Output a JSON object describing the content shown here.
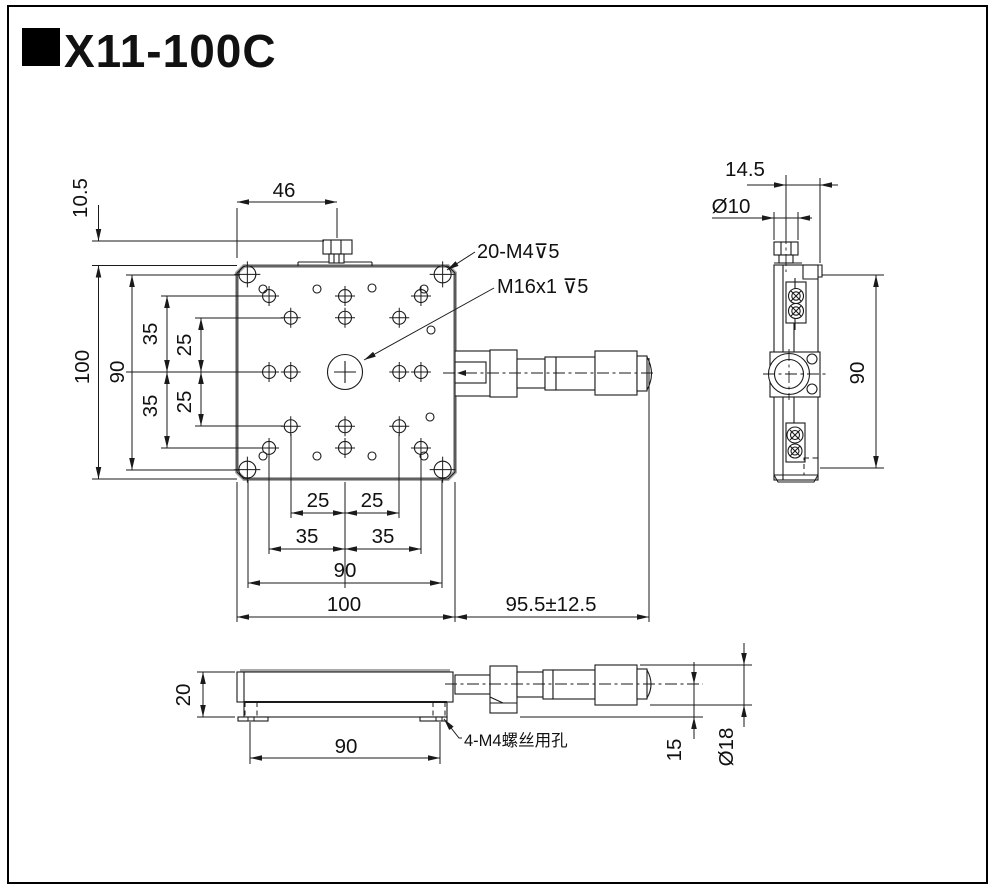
{
  "sheet": {
    "model": "X11-100C"
  },
  "plan_view": {
    "dim_knob_center_offset": "46",
    "dim_knob_height": "10.5",
    "dim_overall_height": "100",
    "dim_mount_span_vertical": "90",
    "dim_row35_upper": "35",
    "dim_row25_upper": "25",
    "dim_row25_lower": "25",
    "dim_row35_lower": "35",
    "dim_col25_left": "25",
    "dim_col25_right": "25",
    "dim_col35_left": "35",
    "dim_col35_right": "35",
    "dim_mount_span_horizontal": "90",
    "dim_overall_width": "100",
    "dim_micrometer_length": "95.5±12.5",
    "note_tapped_holes": "20-M4⊽5",
    "note_center_thread": "M16x1 ⊽5"
  },
  "side_view": {
    "dim_knob_offset": "14.5",
    "dim_knob_diameter": "Ø10",
    "dim_body_height": "90"
  },
  "front_view": {
    "dim_stage_thickness": "20",
    "dim_mount_hole_span": "90",
    "dim_center_height": "15",
    "dim_thimble_diameter": "Ø18",
    "note_mount_holes": "4-M4螺丝用孔"
  }
}
